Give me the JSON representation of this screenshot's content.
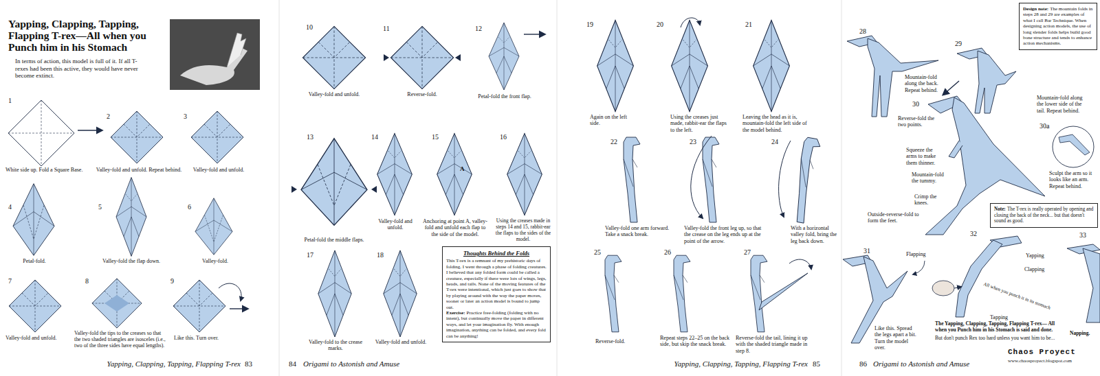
{
  "diagram": {
    "title": "Yapping, Clapping, Tapping, Flapping T-rex—All when you Punch him in his Stomach",
    "nodes": [
      {
        "text": [
          "Thoughts Behind the Folds",
          "This T-rex is a remnant of my prehistoric days of folding. I went through a phase of folding creatures. I believed that any folded form could be called a creature, especially if there were lots of wings, legs, heads, and tails. None of the moving features of the T-rex were intentional, which just goes to show that by playing around with the way the paper moves, sooner or later an action model is bound to jump out.",
          "Exercise:",
          "Practice free-folding (folding with no intent), but continually move the paper in different ways, and let your imagination fly. With enough imagination, anything can be folded, and every fold can be anything!"
        ]
      },
      {
        "text": [
          "Design note:",
          "The mountain folds in steps 28 and 29 are examples of what I call Bar Technique. When designing action models, the use of long slender folds helps build good bone structure and tends to enhance action mechanisms."
        ]
      },
      {
        "text": [
          "Note:",
          "The T-rex is really operated by opening and closing the back of the neck... but that doesn't sound as good."
        ]
      }
    ],
    "labels": [
      "In terms of action, this model is full of it. If all T-rexes had been this active, they would have never become extinct.",
      "1",
      "White side up. Fold a Square Base.",
      "2",
      "Valley-fold and unfold. Repeat behind.",
      "3",
      "Valley-fold and unfold.",
      "4",
      "Petal-fold.",
      "5",
      "Valley-fold the flap down.",
      "6",
      "Valley-fold.",
      "7",
      "Valley-fold and unfold.",
      "8",
      "Valley-fold the tips to the creases so that the two shaded triangles are isosceles (i.e., two of the three sides have equal lengths).",
      "9",
      "Like this. Turn over.",
      "Yapping, Clapping, Tapping, Flapping T-rex",
      "83",
      "10",
      "Valley-fold and unfold.",
      "11",
      "Reverse-fold.",
      "12",
      "Petal-fold the front flap.",
      "13",
      "Petal-fold the middle flaps.",
      "14",
      "Valley-fold and unfold.",
      "15",
      "A",
      "Anchoring at point A, valley-fold and unfold each flap to the side of the model.",
      "16",
      "Using the creases made in steps 14 and 15, rabbit-ear the flaps to the sides of the model.",
      "17",
      "Valley-fold to the crease marks.",
      "18",
      "Valley-fold and unfold.",
      "84",
      "Origami to Astonish and Amuse",
      "19",
      "Again on the left side.",
      "20",
      "Using the creases just made, rabbit-ear the flaps to the left.",
      "21",
      "Leaving the head as it is, mountain-fold the left side of the model behind.",
      "22",
      "Valley-fold one arm forward. Take a snack break.",
      "23",
      "Valley-fold the front leg up, so that the crease on the leg ends up at the point of the arrow.",
      "24",
      "With a horizontal valley fold, bring the leg back down.",
      "25",
      "Reverse-fold.",
      "26",
      "Repeat steps 22–25 on the back side, but skip the snack break.",
      "27",
      "Reverse-fold the tail, lining it up with the shaded triangle made in step 8.",
      "Yapping, Clapping, Tapping, Flapping T-rex",
      "85",
      "28",
      "Mountain-fold along the back. Repeat behind.",
      "29",
      "Mountain-fold along the lower side of the tail. Repeat behind.",
      "30",
      "Reverse-fold the two points.",
      "Squeeze the arms to make them thinner.",
      "Mountain-fold the tummy.",
      "Crimp the knees.",
      "Outside-reverse-fold to form the feet.",
      "30a",
      "Sculpt the arm so it looks like an arm. Repeat behind.",
      "31",
      "Flapping",
      "Like this. Spread the legs apart a bit. Turn the model over.",
      "32",
      "Yapping",
      "Clapping",
      "All when you punch it in its stomach",
      "Tapping",
      "33",
      "The Yapping, Clapping, Tapping, Flapping T-rex— All when you Punch him in his Stomach is said and done.",
      "But don't punch Rex too hard unless you want him to be...",
      "Napping.",
      "86",
      "Origami to Astonish and Amuse",
      "Chaos Proyect",
      "www.chaosproyect.blogspot.com"
    ]
  }
}
